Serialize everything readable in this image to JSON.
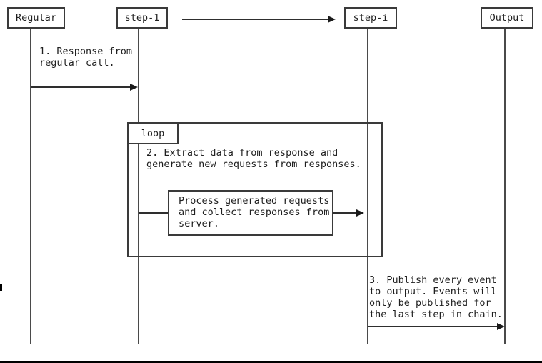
{
  "diagram": {
    "type": "sequence-diagram",
    "participants": [
      {
        "id": "regular",
        "label": "Regular"
      },
      {
        "id": "step-1",
        "label": "step-1"
      },
      {
        "id": "step-i",
        "label": "step-i"
      },
      {
        "id": "output",
        "label": "Output"
      }
    ],
    "loop": {
      "label": "loop"
    },
    "messages": {
      "msg1": "1. Response from\nregular call.",
      "msg2": "2. Extract data from response and\ngenerate new requests from responses.",
      "process_box": "Process generated requests\nand collect responses from\nserver.",
      "msg3": "3. Publish every event\nto output. Events will\nonly be published for\nthe last step in chain."
    },
    "colors": {
      "stroke": "#3a3a3a",
      "text": "#1f1f1f",
      "background": "#ffffff"
    }
  }
}
